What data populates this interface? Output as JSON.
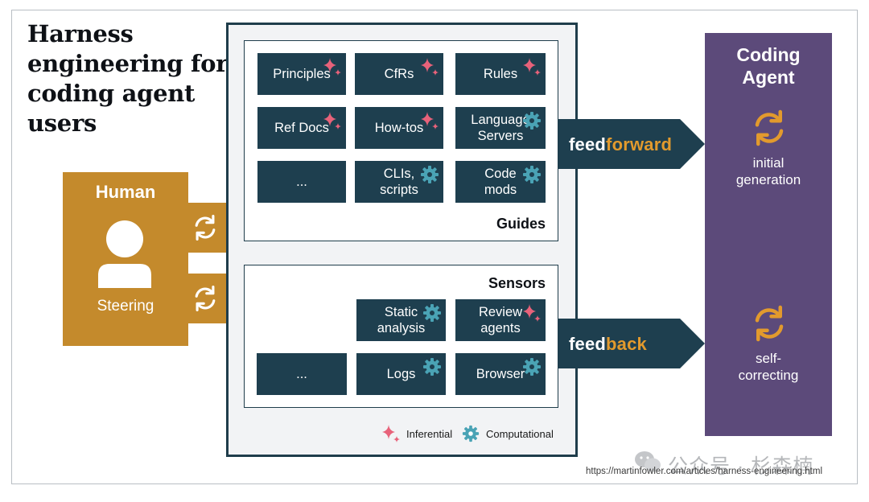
{
  "title": "Harness engineering for coding agent users",
  "human": {
    "label": "Human",
    "sublabel": "Steering"
  },
  "guides": {
    "title": "Guides",
    "tiles": [
      {
        "label": "Principles",
        "badge": "sparkle-icon"
      },
      {
        "label": "CfRs",
        "badge": "sparkle-icon"
      },
      {
        "label": "Rules",
        "badge": "sparkle-icon"
      },
      {
        "label": "Ref Docs",
        "badge": "sparkle-icon"
      },
      {
        "label": "How-tos",
        "badge": "sparkle-icon"
      },
      {
        "label": "Language\nServers",
        "badge": "gear-icon"
      },
      {
        "label": "...",
        "badge": ""
      },
      {
        "label": "CLIs,\nscripts",
        "badge": "gear-icon"
      },
      {
        "label": "Code\nmods",
        "badge": "gear-icon"
      }
    ]
  },
  "sensors": {
    "title": "Sensors",
    "tiles": [
      {
        "label": "Static\nanalysis",
        "badge": "gear-icon"
      },
      {
        "label": "Review\nagents",
        "badge": "sparkle-icon"
      },
      {
        "label": "...",
        "badge": ""
      },
      {
        "label": "Logs",
        "badge": "gear-icon"
      },
      {
        "label": "Browser",
        "badge": "gear-icon"
      }
    ]
  },
  "legend": {
    "inferential": "Inferential",
    "computational": "Computational"
  },
  "feedforward": {
    "part1": "feed",
    "part2": "forward"
  },
  "feedback": {
    "part1": "feed",
    "part2": "back"
  },
  "agent": {
    "title": "Coding\nAgent",
    "stage1": "initial\ngeneration",
    "stage2": "self-\ncorrecting"
  },
  "watermark": "公众号 · 杉森楠",
  "source_url": "https://martinfowler.com/articles/harness-engineering.html",
  "colors": {
    "human": "#c48a2c",
    "tile": "#1e3f4f",
    "agent": "#5c4a7a",
    "accent_orange": "#e29a2d",
    "inferential": "#e8627a",
    "computational": "#4aa3b5"
  }
}
